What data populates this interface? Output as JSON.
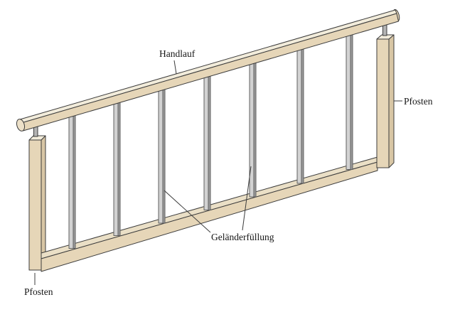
{
  "labels": {
    "handlauf": "Handlauf",
    "pfosten_right": "Pfosten",
    "pfosten_left": "Pfosten",
    "gelaenderfuellung": "Geländerfüllung"
  },
  "structure": {
    "baluster_count": 7,
    "posts_count": 2
  },
  "colors": {
    "background": "#ffffff",
    "wood_front": "#e6d6b8",
    "wood_top": "#f2ecdb",
    "wood_top_rail": "#eadfc6",
    "wood_side": "#d8c6a5",
    "wood_cap": "#ece0c8",
    "outline": "#3c3c3c",
    "baluster_fill": "#d2d2d2",
    "baluster_side": "#9d9d9d",
    "baluster_edge": "#606060",
    "connector_fill": "#b4b4b4",
    "leader_line": "#3c3c3c",
    "text": "#161616"
  }
}
